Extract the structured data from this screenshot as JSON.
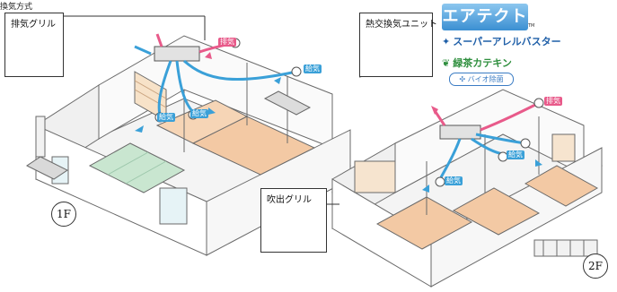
{
  "heading": "換気方式",
  "labels": {
    "exhaust_grille": "排気グリル",
    "heat_exchange_unit": "熱交換気ユニット",
    "supply_grille": "吹出グリル",
    "exhaust": "排気",
    "supply": "給気"
  },
  "floors": {
    "first": "1F",
    "second": "2F"
  },
  "brand": {
    "logo": "エアテクト",
    "tm": "TM",
    "feature1": "スーパーアレルバスター",
    "feature2": "緑茶カテキン",
    "feature3": "バイオ除菌"
  },
  "colors": {
    "exhaust": "#e85a8a",
    "supply": "#3aa0d8",
    "wood": "#f3c9a4",
    "tatami": "#c9e6d0",
    "wall": "#ffffff",
    "outline": "#6a6a6a",
    "brand": "#3b8fd2",
    "leaf": "#3aa050"
  }
}
